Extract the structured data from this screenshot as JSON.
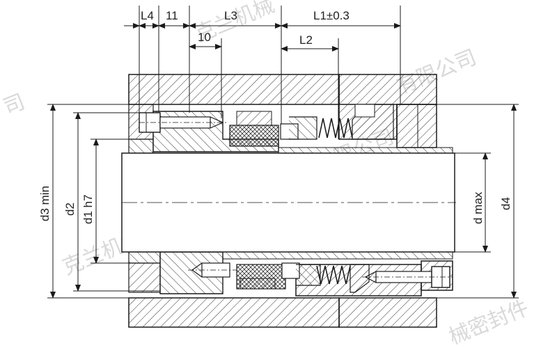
{
  "diagram": {
    "top_dimensions": {
      "L4": "L4",
      "d11": "11",
      "L3": "L3",
      "L1": "L1±0.3",
      "d10": "10",
      "L2": "L2"
    },
    "left_dimensions": {
      "d3": "d3 min",
      "d2": "d2",
      "d1": "d1 h7"
    },
    "right_dimensions": {
      "dmax": "d max",
      "d4": "d4"
    },
    "watermark": {
      "main": "克兰机械密封件科技（无锡）有限公司",
      "top": "克兰机械",
      "right": "有限公司",
      "corner_left": "司",
      "bottom_right": "械密封件"
    },
    "colors": {
      "line": "#1a1a1a",
      "hatch": "#333333",
      "shaft": "#ffffff",
      "watermark": "#d9d9d9"
    }
  }
}
